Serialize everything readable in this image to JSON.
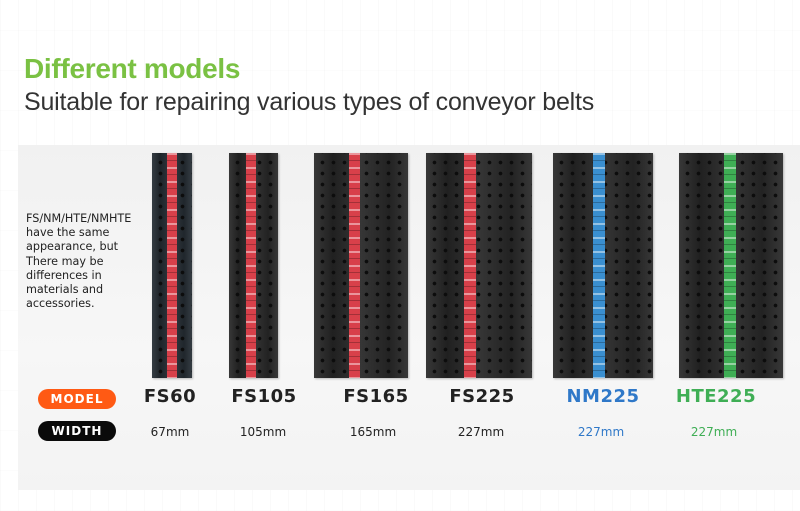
{
  "header": {
    "title": "Different models",
    "subtitle": "Suitable for repairing various types of conveyor belts"
  },
  "note": {
    "text": "FS/NM/HTE/NMHTE\nhave the same\nappearance, but\nThere may be\ndifferences in\nmaterials and\naccessories."
  },
  "labels": {
    "model": "MODEL",
    "width": "WIDTH"
  },
  "colors": {
    "title_green": "#7ac143",
    "model_pill": "#ff5a14",
    "width_pill": "#0a0a0a",
    "stripe_red": "#d8404a",
    "stripe_blue": "#3a8fd0",
    "stripe_green": "#3fae55",
    "nm_text": "#2f78c8",
    "hte_text": "#3fae55"
  },
  "products": [
    {
      "model": "FS60",
      "width": "67mm",
      "stripe": "stripe_red",
      "text_color": "#222222"
    },
    {
      "model": "FS105",
      "width": "105mm",
      "stripe": "stripe_red",
      "text_color": "#222222"
    },
    {
      "model": "FS165",
      "width": "165mm",
      "stripe": "stripe_red",
      "text_color": "#222222"
    },
    {
      "model": "FS225",
      "width": "227mm",
      "stripe": "stripe_red",
      "text_color": "#222222"
    },
    {
      "model": "NM225",
      "width": "227mm",
      "stripe": "stripe_blue",
      "text_color": "#2f78c8"
    },
    {
      "model": "HTE225",
      "width": "227mm",
      "stripe": "stripe_green",
      "text_color": "#3fae55"
    }
  ]
}
